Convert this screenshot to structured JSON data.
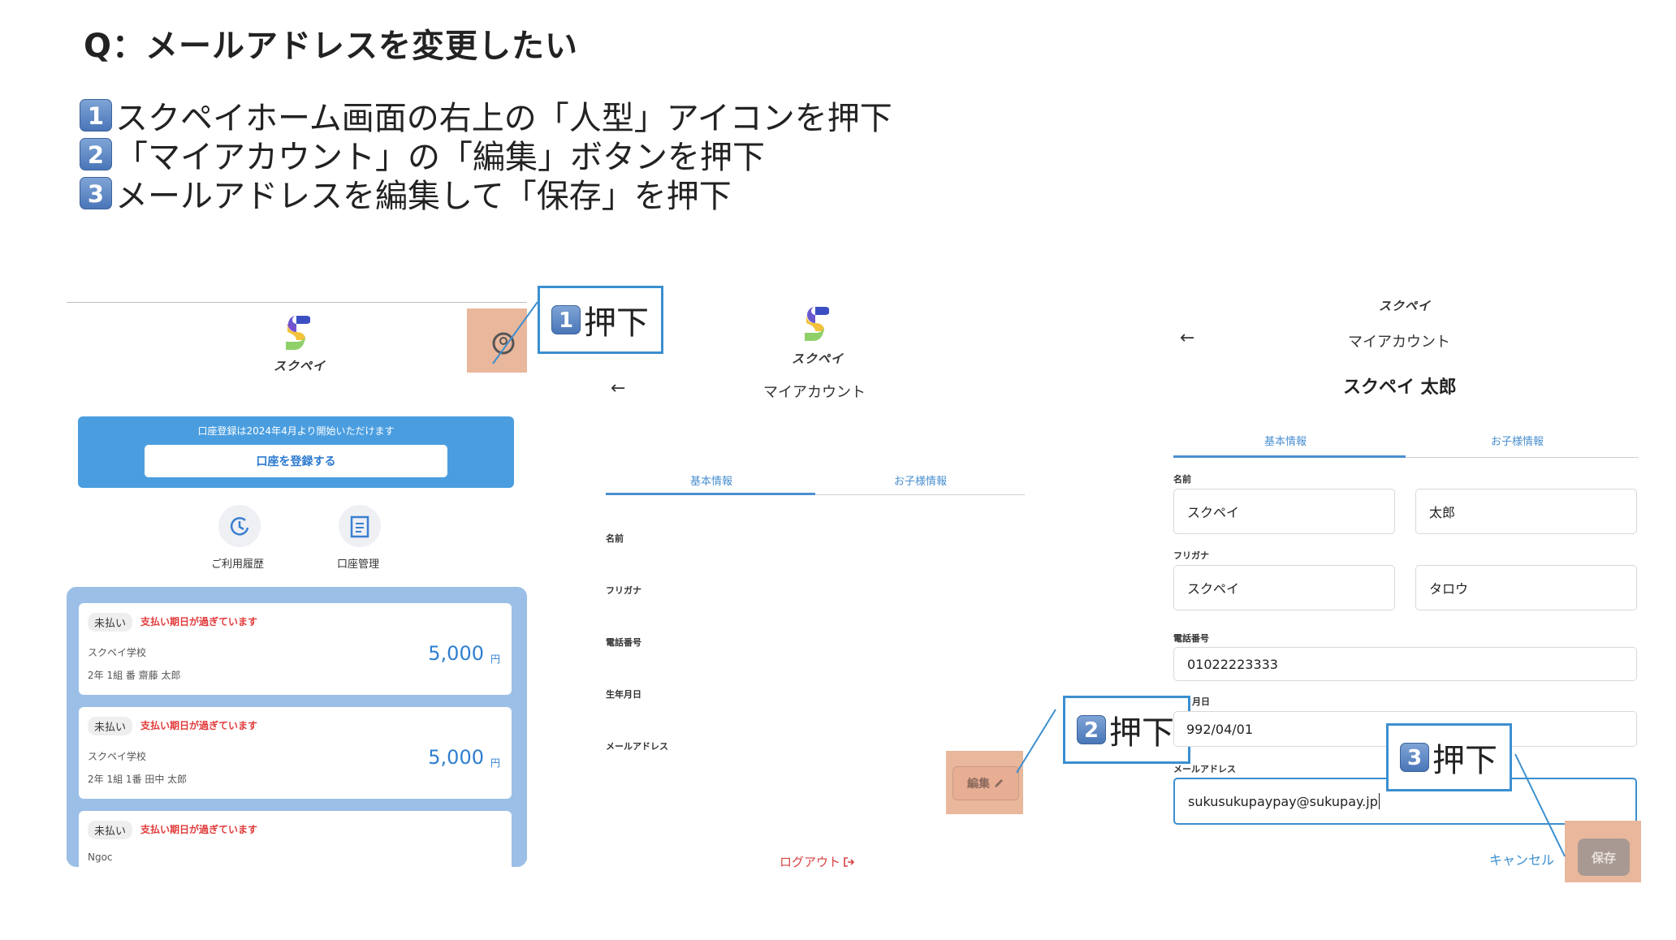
{
  "heading": "Q：メールアドレスを変更したい",
  "steps": [
    {
      "num": "1",
      "text": "スクペイホーム画面の右上の「人型」アイコンを押下"
    },
    {
      "num": "2",
      "text": "「マイアカウント」の「編集」ボタンを押下"
    },
    {
      "num": "3",
      "text": " メールアドレスを編集して「保存」を押下"
    }
  ],
  "callouts": [
    {
      "num": "1",
      "text": "押下"
    },
    {
      "num": "2",
      "text": "押下"
    },
    {
      "num": "3",
      "text": "押下"
    }
  ],
  "app_name": "スクペイ",
  "home": {
    "banner_note": "口座登録は2024年4月より開始いただけます",
    "banner_button": "口座を登録する",
    "history_label": "ご利用履歴",
    "account_mgmt_label": "口座管理",
    "cards": [
      {
        "status": "未払い",
        "overdue": "支払い期日が過ぎています",
        "school": "スクペイ学校",
        "student": "2年 1組 番 齋藤 太郎",
        "amount": "5,000",
        "unit": "円"
      },
      {
        "status": "未払い",
        "overdue": "支払い期日が過ぎています",
        "school": "スクペイ学校",
        "student": "2年 1組 1番 田中 太郎",
        "amount": "5,000",
        "unit": "円"
      },
      {
        "status": "未払い",
        "overdue": "支払い期日が過ぎています",
        "school": "Ngoc",
        "student": "",
        "amount": "",
        "unit": ""
      }
    ]
  },
  "my_account": {
    "title": "マイアカウント",
    "tab_basic": "基本情報",
    "tab_children": "お子様情報",
    "labels": [
      "名前",
      "フリガナ",
      "電話番号",
      "生年月日",
      "メールアドレス"
    ],
    "edit_button": "編集",
    "logout": "ログアウト"
  },
  "edit_screen": {
    "title": "マイアカウント",
    "user_name": "スクペイ 太郎",
    "tab_basic": "基本情報",
    "tab_children": "お子様情報",
    "name_label": "名前",
    "last_name": "スクペイ",
    "first_name": "太郎",
    "furigana_label": "フリガナ",
    "last_kana": "スクペイ",
    "first_kana": "タロウ",
    "phone_label": "電話番号",
    "phone": "01022223333",
    "birth_label": "月日",
    "birth": "992/04/01",
    "email_label": "メールアドレス",
    "email": "sukusukupaypay@sukupay.jp",
    "cancel": "キャンセル",
    "save": "保存"
  },
  "colors": {
    "accent": "#3b8fd0",
    "highlight": "#e9b79c",
    "banner": "#4a9ee0",
    "overdue": "#e23a3a",
    "logout": "#d64040"
  }
}
